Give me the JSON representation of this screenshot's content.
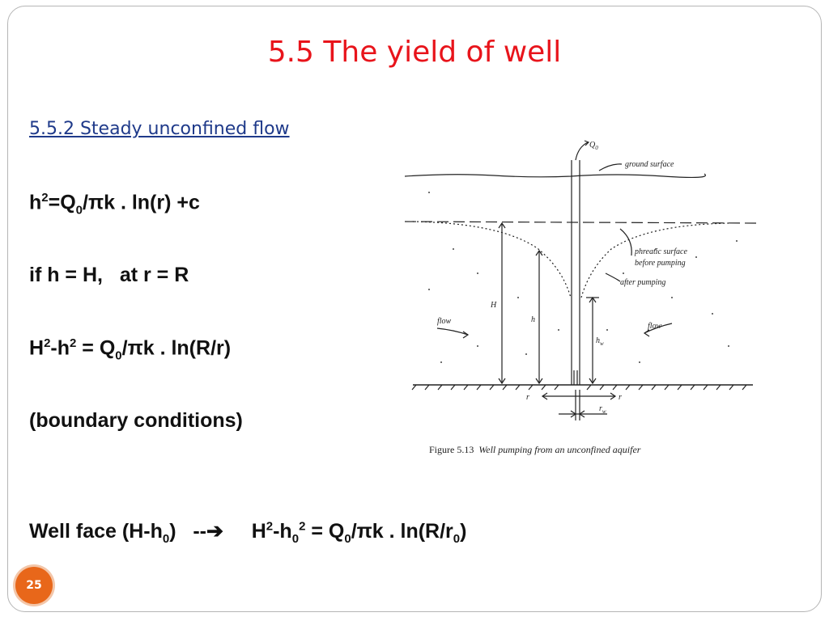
{
  "slide": {
    "title": "5.5 The yield of well",
    "subtitle": "5.5.2 Steady unconfined flow",
    "page_number": "25"
  },
  "equations": {
    "eq1": {
      "a": "h",
      "a_sup": "2",
      "b": "=Q",
      "b_sub": "0",
      "c": "/πk . ln(r) +c"
    },
    "eq2": {
      "text": "if h = H,   at r = R"
    },
    "eq3": {
      "a": "H",
      "a_sup": "2",
      "b": "-h",
      "b_sup": "2",
      "c": " = Q",
      "c_sub": "0",
      "d": "/πk . ln(R/r)"
    },
    "eq4": {
      "text": "(boundary conditions)"
    },
    "eq5": {
      "a": "Well face (H-h",
      "a_sub": "0",
      "b": ")   --",
      "arrow": "➔",
      "c": "     H",
      "c_sup": "2",
      "d": "-h",
      "d_sub": "0",
      "d_sup": "2",
      "e": " = Q",
      "e_sub": "0",
      "f": "/πk . ln(R/r",
      "f_sub": "0",
      "g": ")"
    }
  },
  "figure": {
    "caption_label": "Figure 5.13",
    "caption_text": "Well pumping from an unconfined aquifer",
    "labels": {
      "q0": "Q",
      "q0_sub": "0",
      "ground_surface": "ground surface",
      "phreatic_1": "phreatic surface",
      "phreatic_2": "before pumping",
      "after_pumping": "after pumping",
      "flow_left": "flow",
      "flow_right": "flow",
      "H": "H",
      "h": "h",
      "hw": "h",
      "hw_sub": "w",
      "r_left": "r",
      "r_right": "r",
      "rw": "r",
      "rw_sub": "w"
    }
  }
}
